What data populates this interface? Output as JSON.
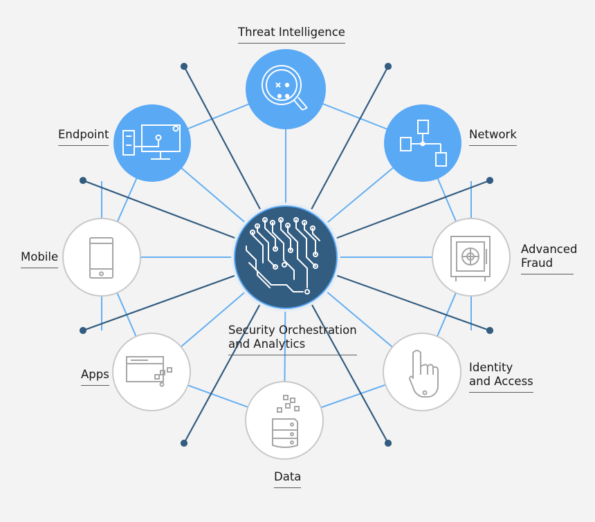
{
  "diagram": {
    "center": {
      "label_line1": "Security Orchestration",
      "label_line2": "and Analytics",
      "icon": "circuit-brain-icon",
      "color": "#325c80"
    },
    "nodes": [
      {
        "id": "threat-intelligence",
        "label": [
          "Threat Intelligence"
        ],
        "icon": "magnifier-bug-icon",
        "highlighted": true
      },
      {
        "id": "network",
        "label": [
          "Network"
        ],
        "icon": "network-topology-icon",
        "highlighted": true
      },
      {
        "id": "advanced-fraud",
        "label": [
          "Advanced",
          "Fraud"
        ],
        "icon": "vault-safe-icon",
        "highlighted": false
      },
      {
        "id": "identity-access",
        "label": [
          "Identity",
          "and Access"
        ],
        "icon": "finger-hand-icon",
        "highlighted": false
      },
      {
        "id": "data",
        "label": [
          "Data"
        ],
        "icon": "database-icon",
        "highlighted": false
      },
      {
        "id": "apps",
        "label": [
          "Apps"
        ],
        "icon": "app-window-icon",
        "highlighted": false
      },
      {
        "id": "mobile",
        "label": [
          "Mobile"
        ],
        "icon": "smartphone-icon",
        "highlighted": false
      },
      {
        "id": "endpoint",
        "label": [
          "Endpoint"
        ],
        "icon": "desktop-endpoint-icon",
        "highlighted": true
      }
    ],
    "colors": {
      "highlight_fill": "#5aa9f5",
      "ring_line": "#64aef2",
      "spoke_line": "#325c80",
      "inactive_stroke": "#c8c8c8",
      "inactive_icon": "#a5a5a5",
      "label_text": "#171717"
    }
  }
}
